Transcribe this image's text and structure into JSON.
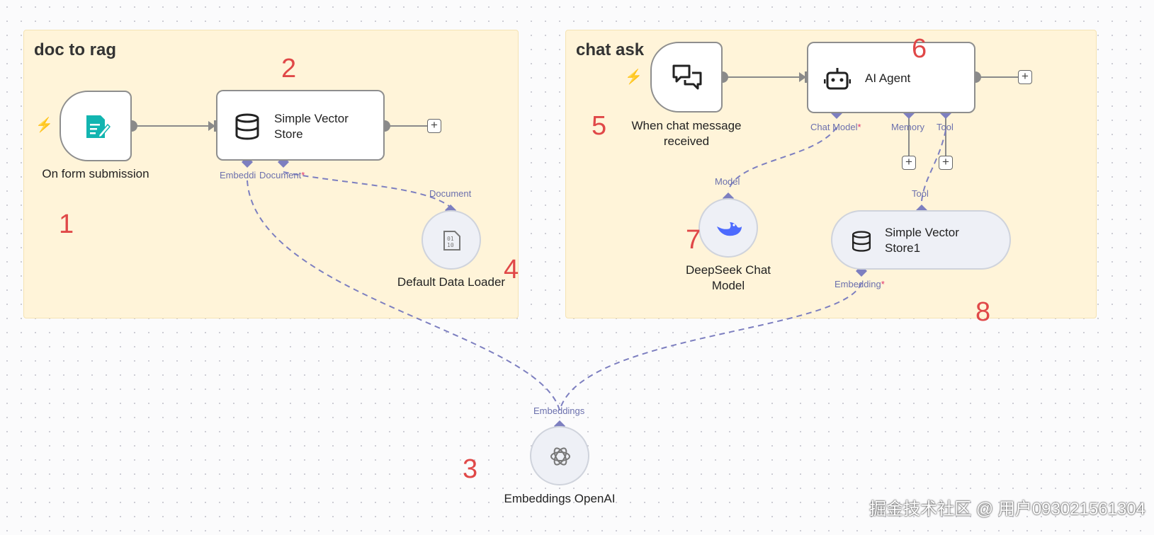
{
  "sticky_left": {
    "title": "doc to rag"
  },
  "sticky_right": {
    "title": "chat ask"
  },
  "nodes": {
    "form": {
      "caption": "On form submission",
      "icon": "form-icon"
    },
    "vector_store": {
      "label_line1": "Simple Vector",
      "label_line2": "Store",
      "icon": "database-icon"
    },
    "data_loader": {
      "caption": "Default Data Loader",
      "icon": "binary-file-icon"
    },
    "embeddings": {
      "caption": "Embeddings OpenAI",
      "icon": "openai-icon"
    },
    "chat_trigger": {
      "caption_line1": "When chat message",
      "caption_line2": "received",
      "icon": "chat-bubbles-icon"
    },
    "ai_agent": {
      "label": "AI Agent",
      "icon": "robot-icon"
    },
    "deepseek": {
      "caption_line1": "DeepSeek Chat",
      "caption_line2": "Model",
      "icon": "deepseek-whale-icon"
    },
    "vector_store1": {
      "label_line1": "Simple Vector",
      "label_line2": "Store1",
      "icon": "database-icon"
    }
  },
  "ports": {
    "vs_embedding": "Embeddi",
    "vs_document": "Document",
    "required_mark": "*",
    "loader_document": "Document",
    "embeddings_out": "Embeddings",
    "agent_chat_model": "Chat Model",
    "agent_memory": "Memory",
    "agent_tool": "Tool",
    "deepseek_model": "Model",
    "vs1_tool": "Tool",
    "vs1_embedding": "Embedding"
  },
  "plus_symbol": "+",
  "trigger_symbol": "⚡",
  "annotations": [
    "1",
    "2",
    "3",
    "4",
    "5",
    "6",
    "7",
    "8"
  ],
  "watermark": "掘金技术社区 @ 用户093021561304",
  "colors": {
    "sticky": "#fff4d9",
    "wire": "#7d7fc0",
    "port": "#7d7fc0",
    "annotation": "#e04848",
    "trigger": "#ff6d5a",
    "form_icon": "#12b5b0",
    "deepseek": "#4d6bfe"
  }
}
